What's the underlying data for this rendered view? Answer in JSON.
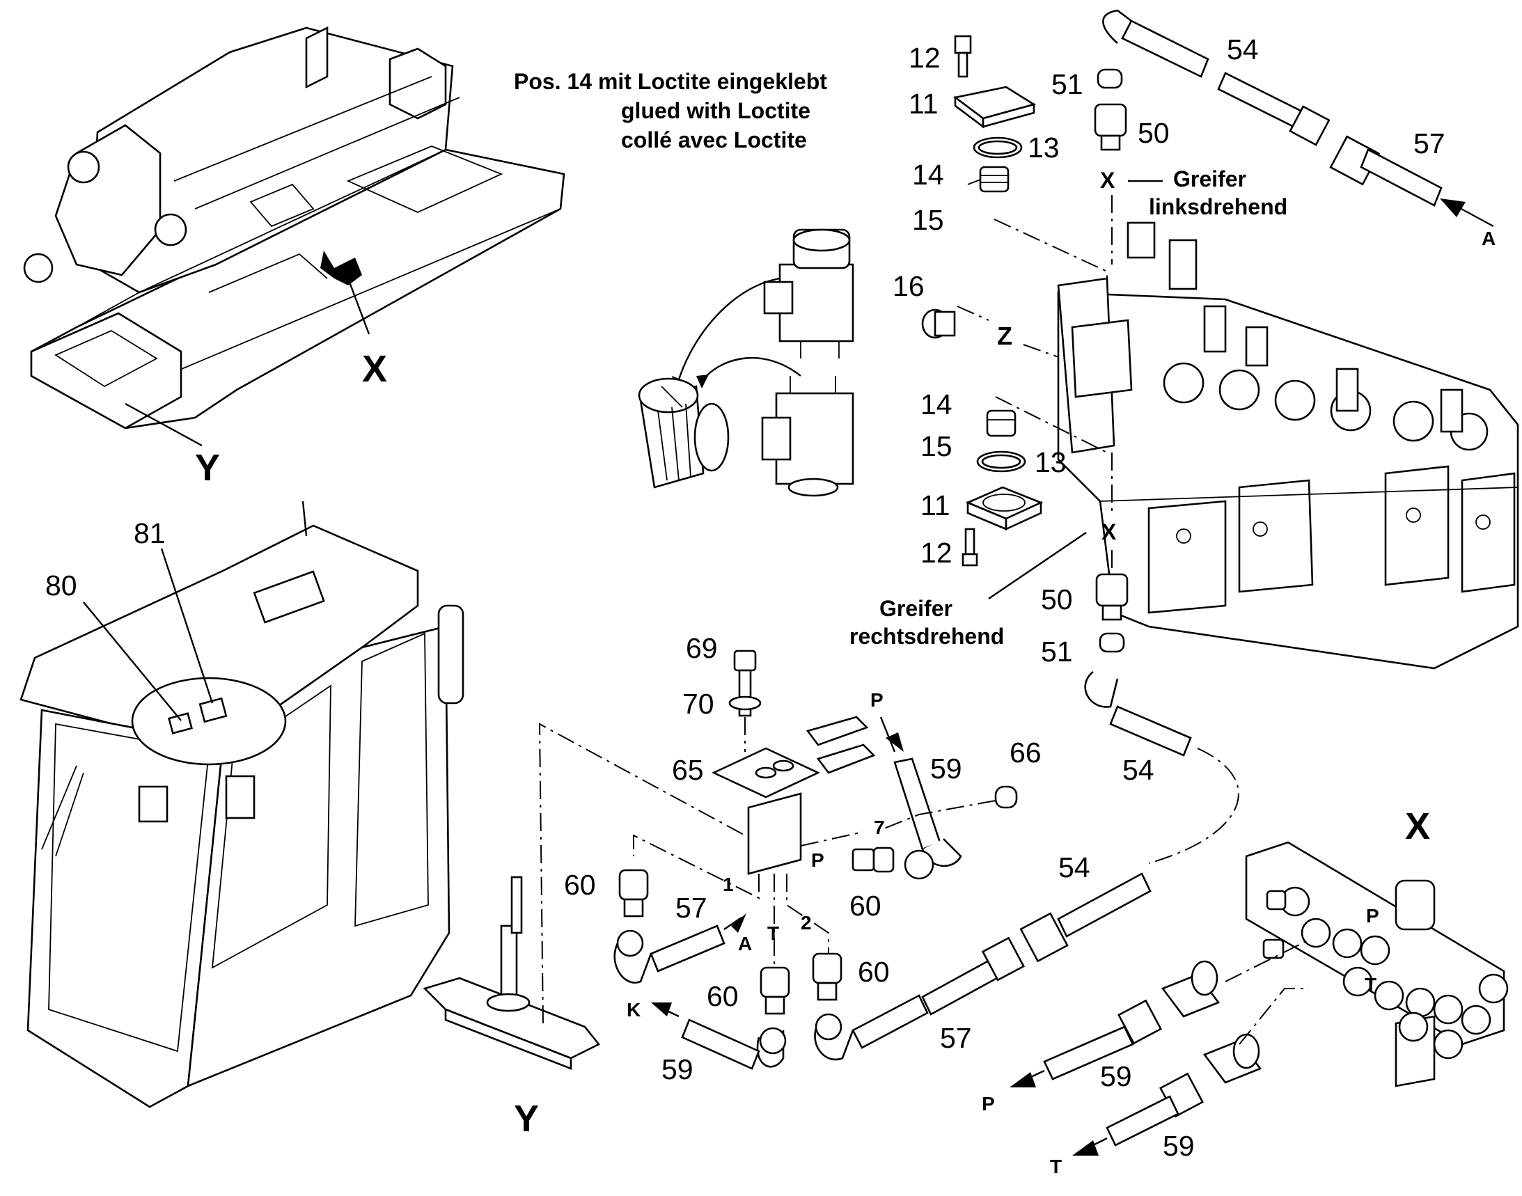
{
  "note": {
    "line1": "Pos. 14  mit Loctite eingeklebt",
    "line2": "glued with Loctite",
    "line3": "collé avec Loctite"
  },
  "views": {
    "x_view": "X",
    "y_view": "Y",
    "x_marker": "X",
    "y_marker": "Y"
  },
  "callouts": {
    "c12a": "12",
    "c11a": "11",
    "c13a": "13",
    "c14a": "14",
    "c15a": "15",
    "c16": "16",
    "z": "Z",
    "c14b": "14",
    "c15b": "15",
    "c13b": "13",
    "c11b": "11",
    "c12b": "12",
    "c51a": "51",
    "c50a": "50",
    "c54a": "54",
    "c57a": "57",
    "xa": "X",
    "xb": "X",
    "c50b": "50",
    "c51b": "51",
    "c54b": "54",
    "c69": "69",
    "c70": "70",
    "c65": "65",
    "c59a": "59",
    "c66": "66",
    "c60a": "60",
    "c60b": "60",
    "c60c": "60",
    "c60d": "60",
    "c57b": "57",
    "c54c": "54",
    "c57c": "57",
    "c59b": "59",
    "c59c": "59",
    "c59d": "59",
    "c80": "80",
    "c81": "81"
  },
  "labels": {
    "greifer_left_1": "Greifer",
    "greifer_left_2": "linksdrehend",
    "greifer_right_1": "Greifer",
    "greifer_right_2": "rechtsdrehend"
  },
  "ports": {
    "a1": "A",
    "a2": "A",
    "p1": "P",
    "p2": "P",
    "p3": "P",
    "p4": "P",
    "t1": "T",
    "t2": "T",
    "t3": "T",
    "k": "K",
    "n1": "1",
    "n2": "2",
    "n7": "7"
  }
}
